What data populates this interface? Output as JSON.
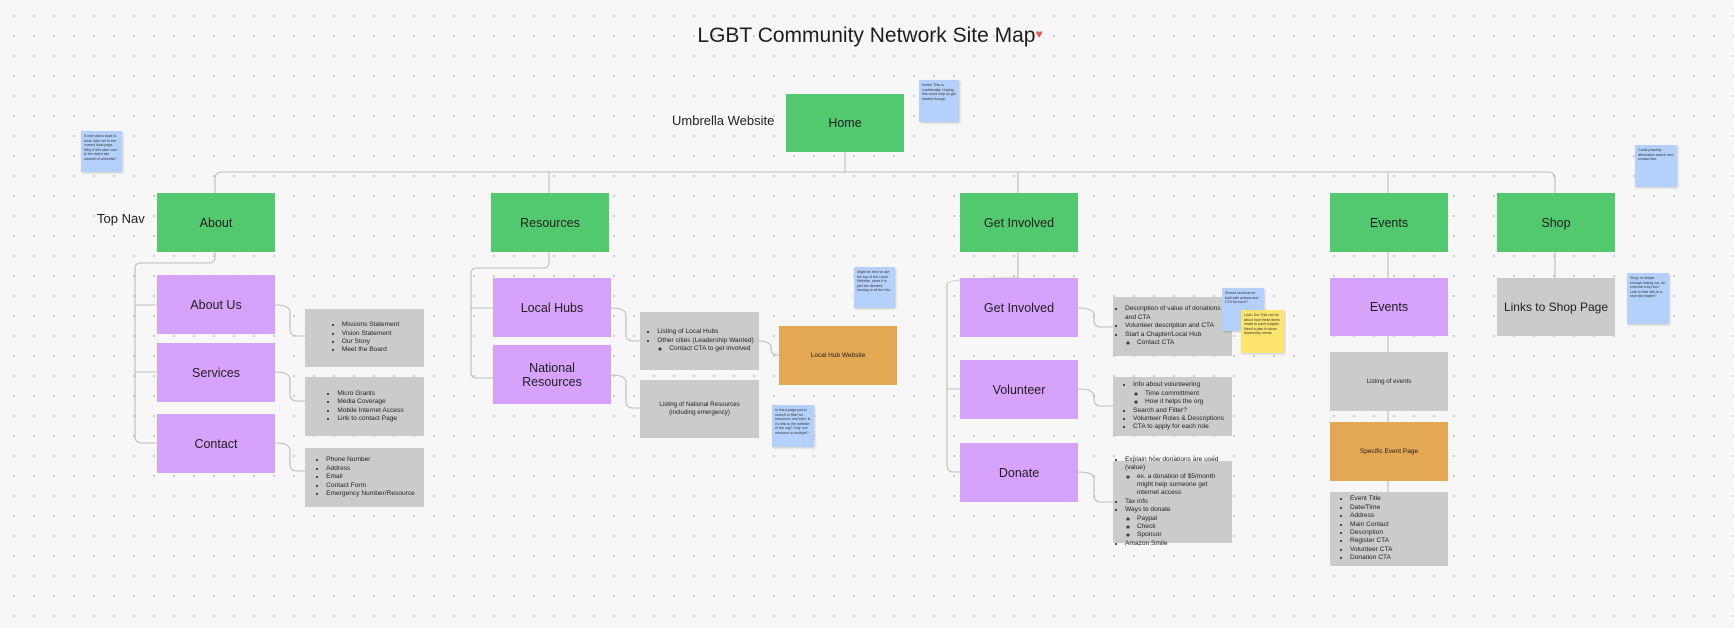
{
  "title": "LGBT Community Network Site Map",
  "title_icon": "heart-icon",
  "colors": {
    "page_node": "#52c96e",
    "subpage_node": "#d7a2fb",
    "content_note": "#cbcbcb",
    "external_node": "#e4a854",
    "sticky_note": "#b4d1fd",
    "sticky_note_alt": "#fde46e",
    "connector": "#bdbdbd",
    "heart": "#e55a5a"
  },
  "labels": {
    "umbrella": "Umbrella Website",
    "top_nav": "Top Nav"
  },
  "nodes": {
    "home": "Home",
    "about": "About",
    "resources": "Resources",
    "get_involved": "Get Involved",
    "events": "Events",
    "shop": "Shop",
    "about_us": "About Us",
    "services": "Services",
    "contact": "Contact",
    "local_hubs": "Local Hubs",
    "national_resources": "National Resources",
    "get_involved_sub": "Get Involved",
    "volunteer": "Volunteer",
    "donate": "Donate",
    "events_sub": "Events",
    "links_to_shop": "Links to Shop Page",
    "local_hub_website": "Local Hub Website",
    "listing_of_events": "Listing of events",
    "specific_event_page": "Specific Event Page",
    "listing_national_resources": "Listing of National Resources (including emergency)"
  },
  "content": {
    "about_us": [
      "Missions Statement",
      "Vision Statement",
      "Our Story",
      "Meet the Board"
    ],
    "services": [
      "Micro Grants",
      "Media Coverage",
      "Mobile Internet Access",
      "Link to contact Page"
    ],
    "contact": [
      "Phone Number",
      "Address",
      "Email",
      "Contact Form",
      "Emergency Number/Resource"
    ],
    "local_hubs": {
      "items": [
        "Listing of Local Hubs",
        "Other cities (Leadership Wanted)"
      ],
      "sub": [
        "Contact CTA to get involved"
      ]
    },
    "get_involved": {
      "items": [
        "Description of value of donations and CTA",
        "Volunteer description and CTA",
        "Start a Chapter/Local Hub"
      ],
      "sub": [
        "Contact CTA"
      ]
    },
    "volunteer": {
      "a": [
        "Info about volunteering"
      ],
      "a_sub": [
        "Time committment",
        "How it helps the org"
      ],
      "b": [
        "Search and Filter?",
        "Volunteer Roles & Descriptions",
        "CTA to apply for each role"
      ]
    },
    "donate": {
      "a": [
        "Explain how donations are used (value)"
      ],
      "a_sub": [
        "ex. a donation of $5/month might help someone get internet access"
      ],
      "b": [
        "Tax info",
        "Ways to donate"
      ],
      "b_sub": [
        "Paypal",
        "Check",
        "Sponsor"
      ],
      "c": [
        "Amazon Smile"
      ]
    },
    "event_page": [
      "Event Title",
      "Date/Time",
      "Address",
      "Main Contact",
      "Description",
      "Register CTA",
      "Volunteer CTA",
      "Donation CTA"
    ]
  },
  "notes": {
    "home": "Notes: This is confidential. Hoping this could help us get started though.",
    "left": "If user clicks back to local, take me to the correct local page. Why if let's take user to the direct site instead of umbrella?",
    "right": "Could possibly alternative search and contact link.",
    "local": "Might be best to use the top of the Local Website, since it is just the directed landing to all the info.",
    "national": "Is this a page just to search or filter for resources and info? Is it a link to the website of the org? Only one resource or multiple?",
    "get_involved_blue": "Should sections be built with actions and CTA for each?",
    "get_involved_yellow": "Look, Do! This can be about how these items relate to each chapter. Need a plan to show leadership needs.",
    "shop": "Shop: is simple enough linking out. An external shop link? Link to their site in a new tab maybe?"
  }
}
